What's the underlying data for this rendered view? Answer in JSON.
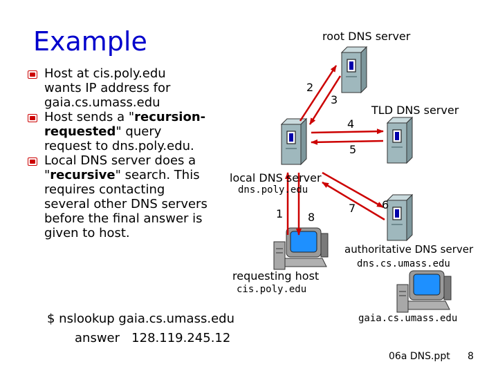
{
  "slide": {
    "title": "Example",
    "bullets": [
      {
        "lines": [
          {
            "parts": [
              {
                "t": "Host at cis.poly.edu",
                "b": false
              }
            ]
          },
          {
            "parts": [
              {
                "t": "wants IP address for",
                "b": false
              }
            ]
          },
          {
            "parts": [
              {
                "t": "gaia.cs.umass.edu",
                "b": false
              }
            ]
          }
        ]
      },
      {
        "lines": [
          {
            "parts": [
              {
                "t": "Host sends a \"",
                "b": false
              },
              {
                "t": "recursion-",
                "b": true
              }
            ]
          },
          {
            "parts": [
              {
                "t": "requested",
                "b": true
              },
              {
                "t": "\" query",
                "b": false
              }
            ]
          },
          {
            "parts": [
              {
                "t": "request to dns.poly.edu.",
                "b": false
              }
            ]
          }
        ]
      },
      {
        "lines": [
          {
            "parts": [
              {
                "t": "Local DNS server does a",
                "b": false
              }
            ]
          },
          {
            "parts": [
              {
                "t": "\"",
                "b": false
              },
              {
                "t": "recursive",
                "b": true
              },
              {
                "t": "\" search.  This",
                "b": false
              }
            ]
          },
          {
            "parts": [
              {
                "t": "requires contacting",
                "b": false
              }
            ]
          },
          {
            "parts": [
              {
                "t": "several other DNS servers",
                "b": false
              }
            ]
          },
          {
            "parts": [
              {
                "t": "before the final answer is",
                "b": false
              }
            ]
          },
          {
            "parts": [
              {
                "t": "given to host.",
                "b": false
              }
            ]
          }
        ]
      }
    ],
    "labels": {
      "root": "root DNS server",
      "tld": "TLD DNS server",
      "local": "local DNS server",
      "local_host": "dns.poly.edu",
      "auth": "authoritative DNS server",
      "auth_host": "dns.cs.umass.edu",
      "requesting": "requesting host",
      "requesting_host": "cis.poly.edu",
      "gaia": "gaia.cs.umass.edu"
    },
    "steps": [
      "1",
      "2",
      "3",
      "4",
      "5",
      "6",
      "7",
      "8"
    ],
    "command": {
      "line1": "$ nslookup gaia.cs.umass.edu",
      "line2": "answer   128.119.245.12"
    },
    "footer": {
      "file": "06a DNS.ppt",
      "page": "8"
    },
    "colors": {
      "title": "#0000cc",
      "arrow": "#cc0000",
      "bullet": "#cc0000",
      "server": "#9fb8bd",
      "monitor": "#1e90ff"
    }
  }
}
